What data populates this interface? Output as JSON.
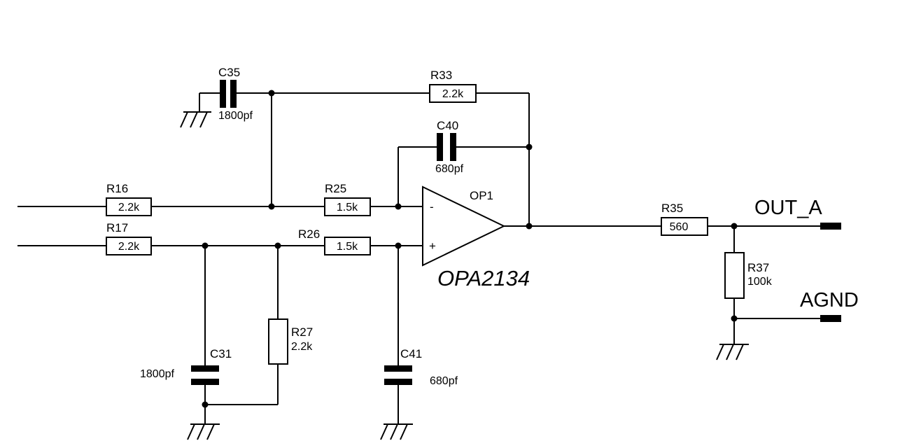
{
  "op_amp": {
    "ref": "OP1",
    "part": "OPA2134",
    "inverting_pin": "-",
    "noninverting_pin": "+"
  },
  "resistors": {
    "R16": {
      "ref": "R16",
      "value": "2.2k"
    },
    "R17": {
      "ref": "R17",
      "value": "2.2k"
    },
    "R25": {
      "ref": "R25",
      "value": "1.5k"
    },
    "R26": {
      "ref": "R26",
      "value": "1.5k"
    },
    "R27": {
      "ref": "R27",
      "value": "2.2k"
    },
    "R33": {
      "ref": "R33",
      "value": "2.2k"
    },
    "R35": {
      "ref": "R35",
      "value": "560"
    },
    "R37": {
      "ref": "R37",
      "value": "100k"
    }
  },
  "capacitors": {
    "C31": {
      "ref": "C31",
      "value": "1800pf"
    },
    "C35": {
      "ref": "C35",
      "value": "1800pf"
    },
    "C40": {
      "ref": "C40",
      "value": "680pf"
    },
    "C41": {
      "ref": "C41",
      "value": "680pf"
    }
  },
  "nets": {
    "output": "OUT_A",
    "ground": "AGND"
  }
}
